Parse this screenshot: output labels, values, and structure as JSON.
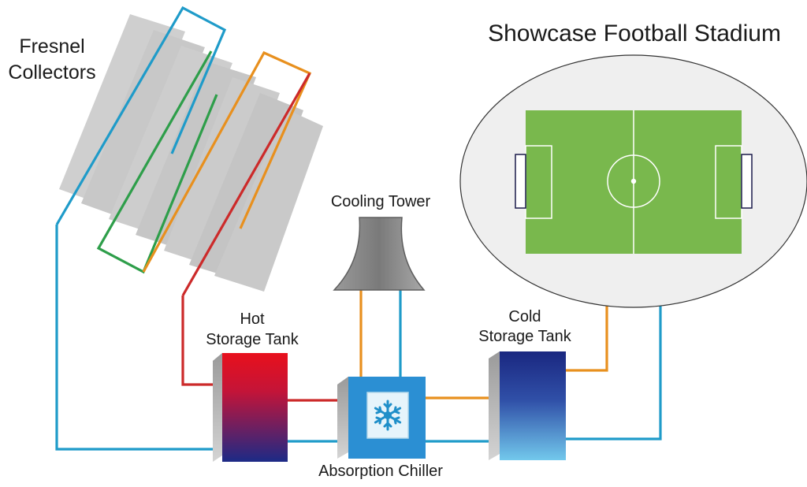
{
  "title": "Showcase Football Stadium",
  "labels": {
    "collectors_line1": "Fresnel",
    "collectors_line2": "Collectors",
    "cooling_tower": "Cooling Tower",
    "hot_tank_line1": "Hot",
    "hot_tank_line2": "Storage Tank",
    "cold_tank_line1": "Cold",
    "cold_tank_line2": "Storage Tank",
    "chiller": "Absorption Chiller"
  },
  "colors": {
    "pipe_blue": "#1f9bc9",
    "pipe_red": "#cc2a2a",
    "pipe_orange": "#e8901e",
    "pipe_green": "#2e9e4a",
    "pitch_green": "#79b84d",
    "hot_tank_top": "#e01020",
    "hot_tank_bottom": "#1a2a8a",
    "cold_tank_top": "#1a2a8a",
    "cold_tank_bottom": "#6cc4ea",
    "chiller_blue": "#2b8fd3",
    "tower_grey": "#8a8a8a",
    "collector_grey": "#c8c8c8"
  },
  "icons": {
    "chiller_symbol": "snowflake-icon"
  }
}
